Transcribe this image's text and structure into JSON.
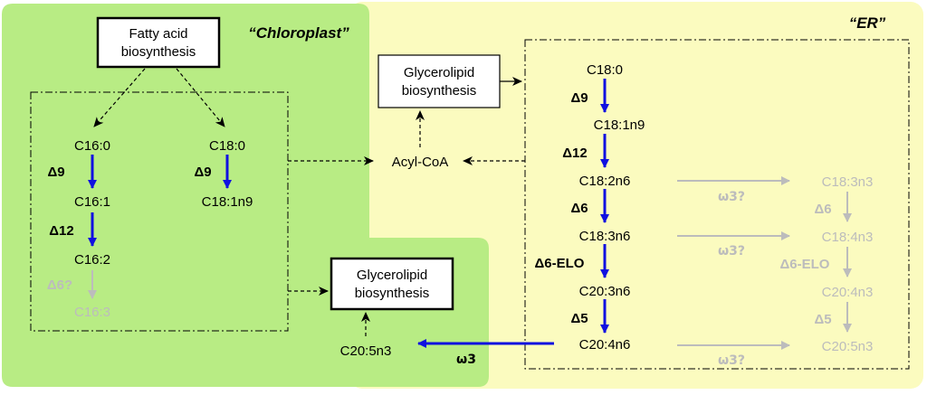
{
  "regions": {
    "chloroplast": "“Chloroplast”",
    "er": "“ER”"
  },
  "boxes": {
    "fatty_acid_line1": "Fatty acid",
    "fatty_acid_line2": "biosynthesis",
    "glycerolipid_er_line1": "Glycerolipid",
    "glycerolipid_er_line2": "biosynthesis",
    "glycerolipid_cp_line1": "Glycerolipid",
    "glycerolipid_cp_line2": "biosynthesis"
  },
  "chloroplast": {
    "c16_0": "C16:0",
    "c18_0": "C18:0",
    "d9_a": "Δ9",
    "d9_b": "Δ9",
    "c16_1": "C16:1",
    "c18_1n9": "C18:1n9",
    "d12": "Δ12",
    "c16_2": "C16:2",
    "d6q": "Δ6?",
    "c16_3": "C16:3",
    "c20_5n3": "C20:5n3",
    "omega3": "ω3"
  },
  "acyl_coa": "Acyl-CoA",
  "er": {
    "c18_0": "C18:0",
    "d9": "Δ9",
    "c18_1n9": "C18:1n9",
    "d12": "Δ12",
    "c18_2n6": "C18:2n6",
    "d6": "Δ6",
    "c18_3n6": "C18:3n6",
    "d6elo": "Δ6-ELO",
    "c20_3n6": "C20:3n6",
    "d5": "Δ5",
    "c20_4n6": "C20:4n6"
  },
  "omega3_path": {
    "w3q_1": "ω3?",
    "w3q_2": "ω3?",
    "w3q_3": "ω3?",
    "c18_3n3": "C18:3n3",
    "d6": "Δ6",
    "c18_4n3": "C18:4n3",
    "d6elo": "Δ6-ELO",
    "c20_4n3": "C20:4n3",
    "d5": "Δ5",
    "c20_5n3": "C20:5n3"
  },
  "colors": {
    "chloroplast_bg": "#b8ec84",
    "er_bg": "#fbfbbf",
    "blue_arrow": "#1010e0",
    "gray": "#bcbcbc"
  }
}
